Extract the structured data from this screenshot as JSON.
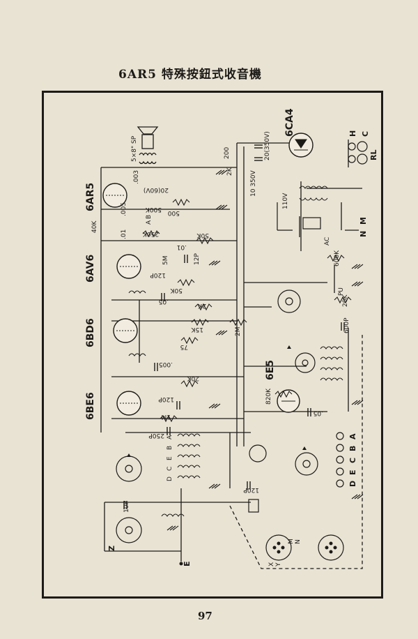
{
  "title": "6AR5 特殊按鈕式收音機",
  "page_number": "97",
  "tubes": [
    "6AR5",
    "6AV6",
    "6BD6",
    "6BE6",
    "6E5",
    "6CA4"
  ],
  "component_labels": {
    "speaker": "5×8\" SP",
    "output_cap": ".003",
    "cap_20_60": "20(60V)",
    "cap_20_350": "20(350V)",
    "res_500": "500",
    "res_500k": "500K",
    "cap_005": ".005",
    "res_40k": "40K",
    "tap_a": "A",
    "tap_b": "B",
    "cap_01": ".01",
    "res_250k": "250K",
    "res_50k": "50K",
    "cap_001": ".01",
    "res_5m": "5M",
    "cap_120p": "120P",
    "cap_12p": "12P",
    "res_50k_b": "50K",
    "cap_05": ".05",
    "res_2k": "2K",
    "res_15k": "15K",
    "res_2m": "2M",
    "res_75": "75",
    "cap_005_b": ".005",
    "res_20k": "20K",
    "cap_120p_b": "120P",
    "res_1m": "1M",
    "cap_250p": "250P",
    "cap_10p": "10P",
    "res_820k": "820K",
    "cap_05_b": ".05",
    "res_600k": "600K",
    "res_20k_b": "20K",
    "cap_600p": "600P",
    "cap_120p_c": "120P",
    "res_200": "200",
    "power_110v": "110V",
    "power_10_350": "10\n350V",
    "res_2k_b": "2K",
    "ac": "AC",
    "pu": "PU",
    "ant_z": "Z",
    "ground_e": "E",
    "switch_n": "N",
    "switch_m": "M",
    "terminal_h": "H",
    "terminal_c": "C",
    "terminal_rl": "RL",
    "band_a": "A",
    "band_b": "B",
    "band_c": "C",
    "band_d": "D",
    "band_e": "E",
    "coil_a": "A",
    "coil_b": "B",
    "coil_c": "C",
    "coil_d": "D",
    "coil_e": "E",
    "sw_x": "X",
    "sw_y": "Y",
    "sw_m": "M",
    "sw_n": "N"
  }
}
